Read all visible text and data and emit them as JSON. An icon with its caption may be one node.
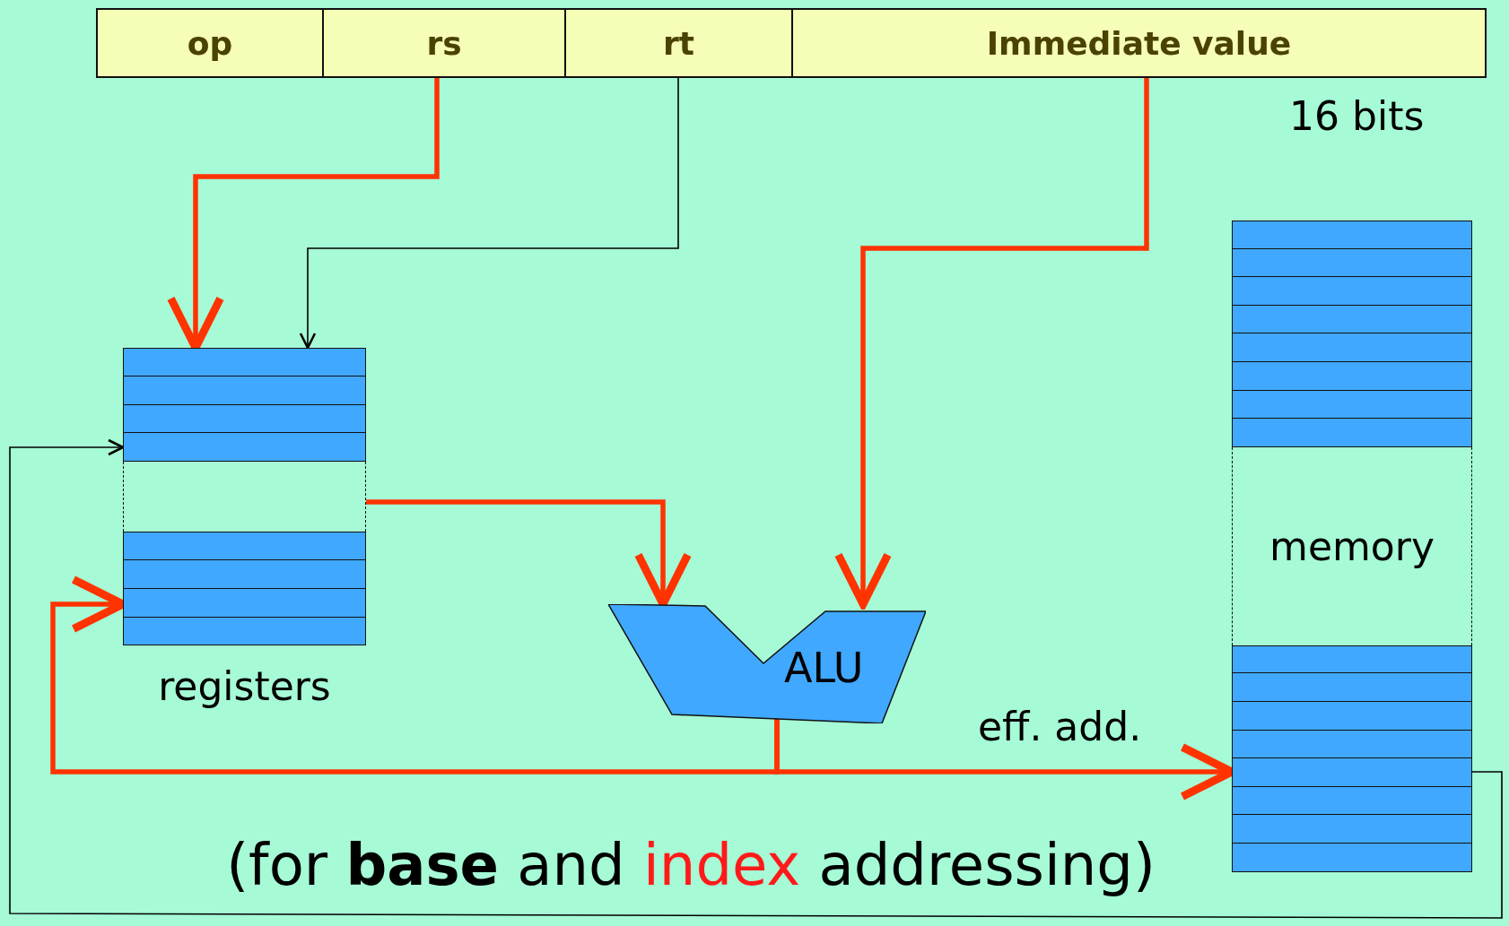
{
  "diagram": {
    "caption": "(for **base** and *index* addressing)",
    "nodes": [
      {
        "text": [
          "op"
        ]
      },
      {
        "text": [
          "rs"
        ]
      },
      {
        "text": [
          "rt"
        ]
      },
      {
        "text": [
          "Immediate value"
        ],
        "beside": [
          "16 bits"
        ]
      },
      {
        "text": [
          "registers"
        ]
      },
      {
        "text": [
          "ALU"
        ]
      },
      {
        "text": [
          "memory"
        ]
      }
    ],
    "edges": [
      {
        "from": 1,
        "to": 4,
        "arrow": "to"
      },
      {
        "from": 2,
        "to": 4,
        "arrow": "to",
        "color": "#000000"
      },
      {
        "from": 3,
        "to": 5,
        "arrow": "to"
      },
      {
        "from": 4,
        "to": 5,
        "arrow": "to"
      },
      {
        "from": 5,
        "to": 6,
        "arrow": "to",
        "label": "eff. add."
      },
      {
        "from": 5,
        "to": 4,
        "arrow": "to"
      },
      {
        "from": 6,
        "to": 4,
        "arrow": "to",
        "color": "#000000"
      }
    ]
  }
}
